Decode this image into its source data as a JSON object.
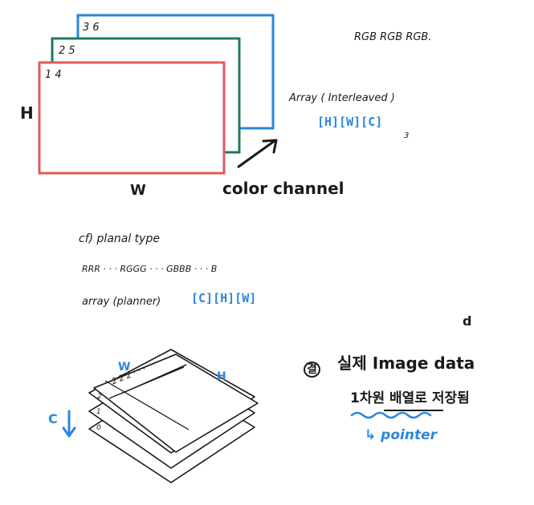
{
  "colors": {
    "red": "#E05A5A",
    "green": "#1F7A5A",
    "blue": "#2A86E0",
    "ink": "#1A1A1A"
  },
  "interleaved": {
    "corner_red": "1  4",
    "corner_green": "2  5",
    "corner_blue": "3  6",
    "h_label": "H",
    "w_label": "W",
    "channel_label": "color channel",
    "rgb_sequence": "RGB  RGB  RGB.",
    "array_label": "Array ( Interleaved )",
    "array_dims": "[H][W][C]",
    "array_note": "3"
  },
  "planar": {
    "title": "cf)  planal  type",
    "sequence": "RRR  · · ·  RGGG  · · ·  GBBB  · · ·  B",
    "array_label": "array (planner)",
    "array_dims": "[C][H][W]"
  },
  "stack": {
    "w_label": "W",
    "h_label": "H",
    "c_label": "C",
    "top_row": "2  2  2  ·  ·  ·",
    "side_1": "2",
    "side_2": "1",
    "side_3": "0"
  },
  "note": {
    "symbol": "결",
    "line1": "실제  Image data",
    "line2": "1차원 배열로 저장됨",
    "pointer": "↳ pointer",
    "tick": "d"
  }
}
